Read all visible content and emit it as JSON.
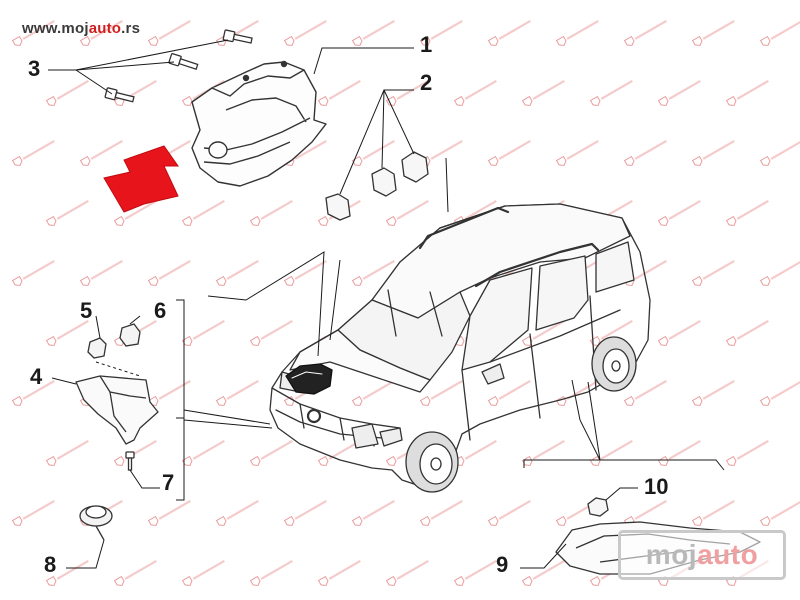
{
  "site": {
    "url_prefix": "www.",
    "url_brand_a": "moj",
    "url_brand_accent": "auto",
    "url_suffix": ".rs"
  },
  "callouts": [
    "1",
    "2",
    "3",
    "4",
    "5",
    "6",
    "7",
    "8",
    "9",
    "10"
  ],
  "logo": {
    "text_a": "moj",
    "text_accent": "auto"
  },
  "colors": {
    "arrow": "#e8141b",
    "line": "#1a1a1a",
    "watermark": "#d22a2a",
    "url_accent": "#d21e1e"
  }
}
